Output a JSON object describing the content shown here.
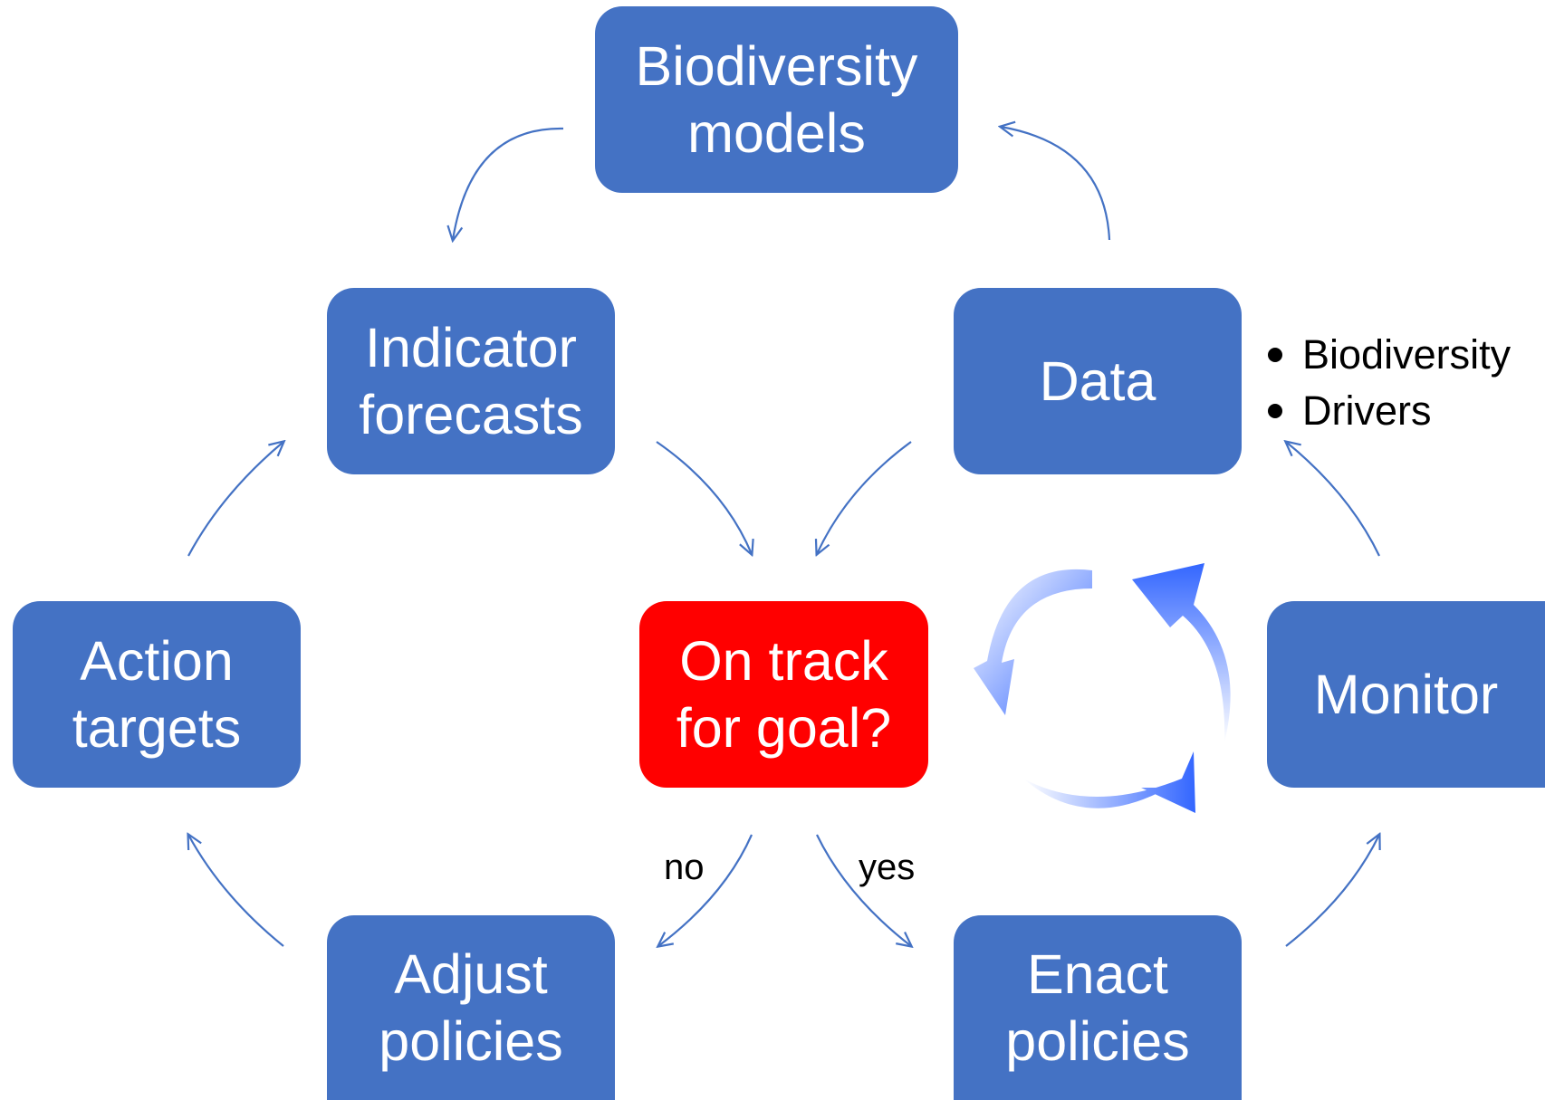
{
  "boxes": {
    "biodiversity_models": {
      "line1": "Biodiversity",
      "line2": "models"
    },
    "indicator_forecasts": {
      "line1": "Indicator",
      "line2": "forecasts"
    },
    "data": {
      "line1": "Data"
    },
    "action_targets": {
      "line1": "Action",
      "line2": "targets"
    },
    "on_track": {
      "line1": "On track",
      "line2": "for goal?"
    },
    "monitor": {
      "line1": "Monitor"
    },
    "adjust_policies": {
      "line1": "Adjust",
      "line2": "policies"
    },
    "enact_policies": {
      "line1": "Enact",
      "line2": "policies"
    }
  },
  "data_bullets": [
    "Biodiversity",
    "Drivers"
  ],
  "branch_labels": {
    "no": "no",
    "yes": "yes"
  },
  "colors": {
    "box_fill": "#4472C4",
    "decision_fill": "#FF0000",
    "arrow": "#4472C4",
    "cycle_arrow": "#3366FF"
  }
}
